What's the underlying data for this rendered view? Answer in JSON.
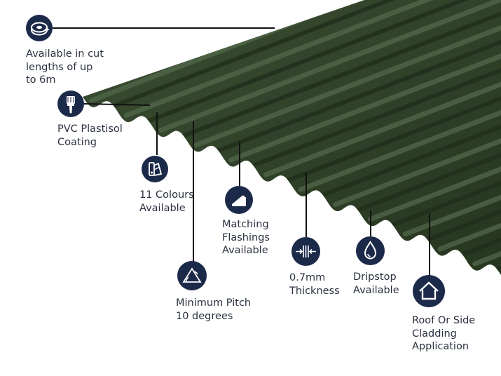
{
  "colors": {
    "sheet": "#2f4129",
    "sheet_light": "#52684a",
    "sheet_dark": "#1f2d1a",
    "badge": "#1c2a4a",
    "leader": "#111111",
    "text": "#2a3140"
  },
  "features": [
    {
      "id": "cut-lengths",
      "icon": "tape-measure-icon",
      "text": "Available in cut\nlengths of up\nto 6m"
    },
    {
      "id": "coating",
      "icon": "paint-brush-icon",
      "text": "PVC Plastisol\nCoating"
    },
    {
      "id": "colours",
      "icon": "colour-swatch-icon",
      "text": "11 Colours\nAvailable"
    },
    {
      "id": "pitch",
      "icon": "pitch-triangle-icon",
      "text": "Minimum Pitch\n10 degrees"
    },
    {
      "id": "flashings",
      "icon": "flashing-icon",
      "text": "Matching\nFlashings\nAvailable"
    },
    {
      "id": "thickness",
      "icon": "thickness-arrows-icon",
      "text": "0.7mm\nThickness"
    },
    {
      "id": "dripstop",
      "icon": "water-drop-icon",
      "text": "Dripstop\nAvailable"
    },
    {
      "id": "application",
      "icon": "house-icon",
      "text": "Roof Or Side\nCladding\nApplication"
    }
  ]
}
